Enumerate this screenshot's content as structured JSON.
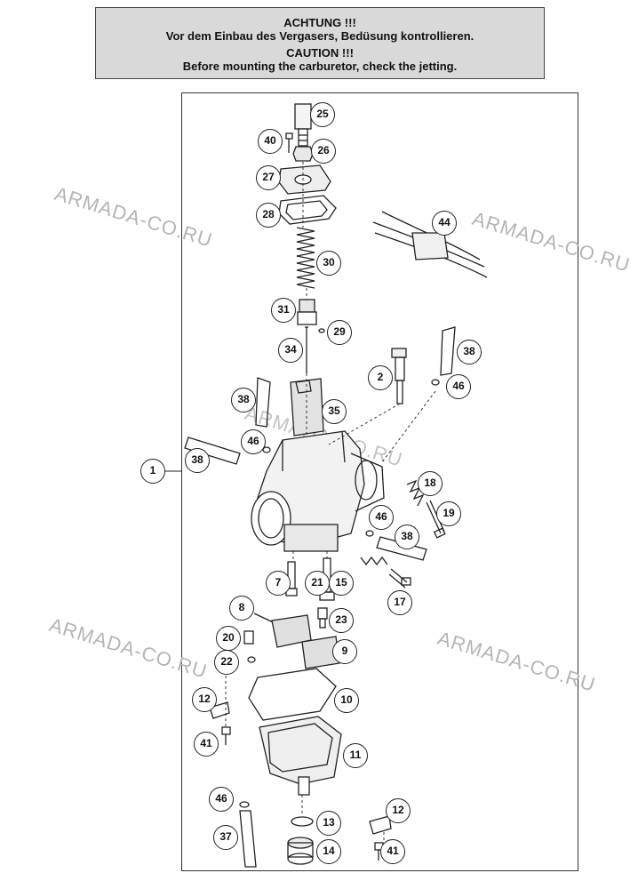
{
  "banner": {
    "de_title": "ACHTUNG !!!",
    "de_text": "Vor dem Einbau des Vergasers, Bedüsung kontrollieren.",
    "en_title": "CAUTION !!!",
    "en_text": "Before mounting the carburetor, check the jetting."
  },
  "watermark": "ARMADA-CO.RU",
  "parts": {
    "p1": "1",
    "p2": "2",
    "p7": "7",
    "p8": "8",
    "p9": "9",
    "p10": "10",
    "p11": "11",
    "p12a": "12",
    "p12b": "12",
    "p13": "13",
    "p14": "14",
    "p15": "15",
    "p17": "17",
    "p18": "18",
    "p19": "19",
    "p20": "20",
    "p21": "21",
    "p22": "22",
    "p23": "23",
    "p25": "25",
    "p26": "26",
    "p27": "27",
    "p28": "28",
    "p29": "29",
    "p30": "30",
    "p31": "31",
    "p34": "34",
    "p35": "35",
    "p37": "37",
    "p38a": "38",
    "p38b": "38",
    "p38c": "38",
    "p38d": "38",
    "p40": "40",
    "p41a": "41",
    "p41b": "41",
    "p44": "44",
    "p46a": "46",
    "p46b": "46",
    "p46c": "46",
    "p46d": "46"
  }
}
